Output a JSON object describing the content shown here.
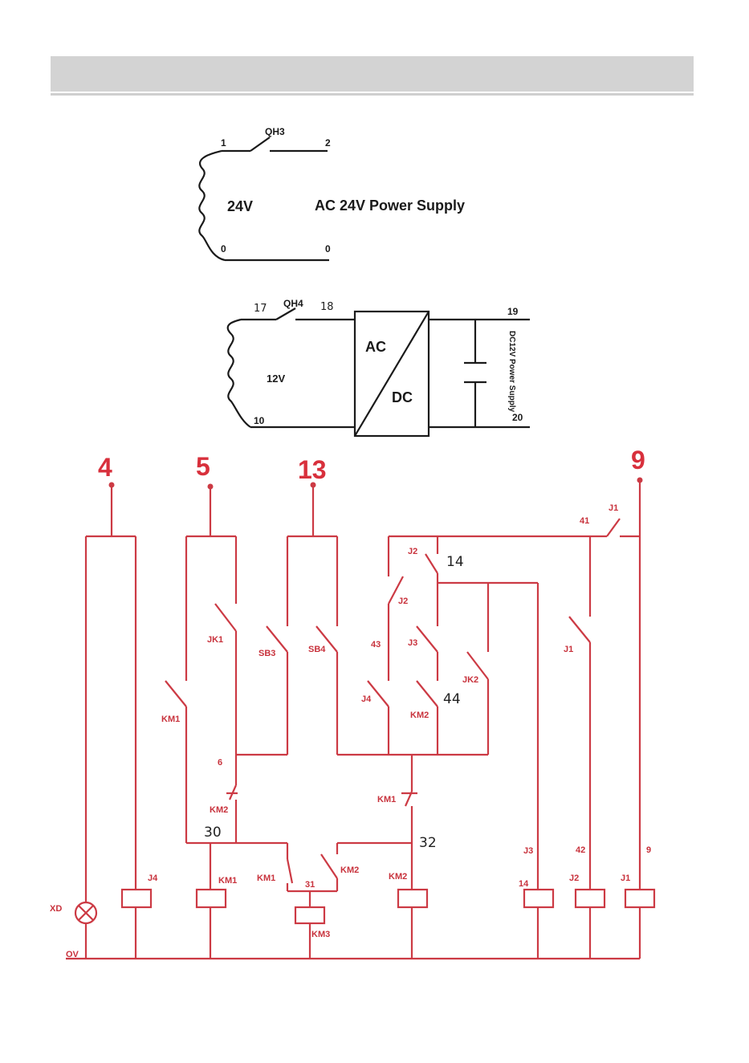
{
  "colors": {
    "ink": "#1a1a1a",
    "wire": "#cc3a44",
    "header": "#d3d3d3"
  },
  "ac_supply": {
    "switch_label": "QH3",
    "terminal_1": "1",
    "terminal_2": "2",
    "terminal_0_left": "0",
    "terminal_0_right": "0",
    "voltage": "24V",
    "title": "AC 24V Power Supply"
  },
  "dc_supply": {
    "switch_label": "QH4",
    "terminal_17": "17",
    "terminal_18": "18",
    "terminal_10": "10",
    "terminal_19": "19",
    "terminal_20": "20",
    "voltage": "12V",
    "converter_ac": "AC",
    "converter_dc": "DC",
    "title": "DC12V Power Supply"
  },
  "ladder": {
    "rails": {
      "r4": "4",
      "r5": "5",
      "r13": "13",
      "r9": "9"
    },
    "labels": {
      "jk1": "JK1",
      "sb3": "SB3",
      "sb4": "SB4",
      "km1_contact": "KM1",
      "j2_top": "J2",
      "n14": "14",
      "j1_top": "J1",
      "n41": "41",
      "j2_mid": "J2",
      "n43": "43",
      "j3": "J3",
      "j4": "J4",
      "jk2": "JK2",
      "km2_contact": "KM2",
      "n44": "44",
      "j1_mid": "J1",
      "n6": "6",
      "km2_nc": "KM2",
      "km1_nc": "KM1",
      "n30": "30",
      "n32": "32",
      "km1_inter": "KM1",
      "km2_inter": "KM2",
      "n31": "31",
      "xd": "XD",
      "ov": "OV",
      "coil_j4": "J4",
      "coil_km1": "KM1",
      "coil_km3": "KM3",
      "coil_km2": "KM2",
      "j3_bottom": "J3",
      "n14_bottom": "14",
      "n42": "42",
      "coil_j2": "J2",
      "n9": "9",
      "coil_j1": "J1"
    }
  }
}
